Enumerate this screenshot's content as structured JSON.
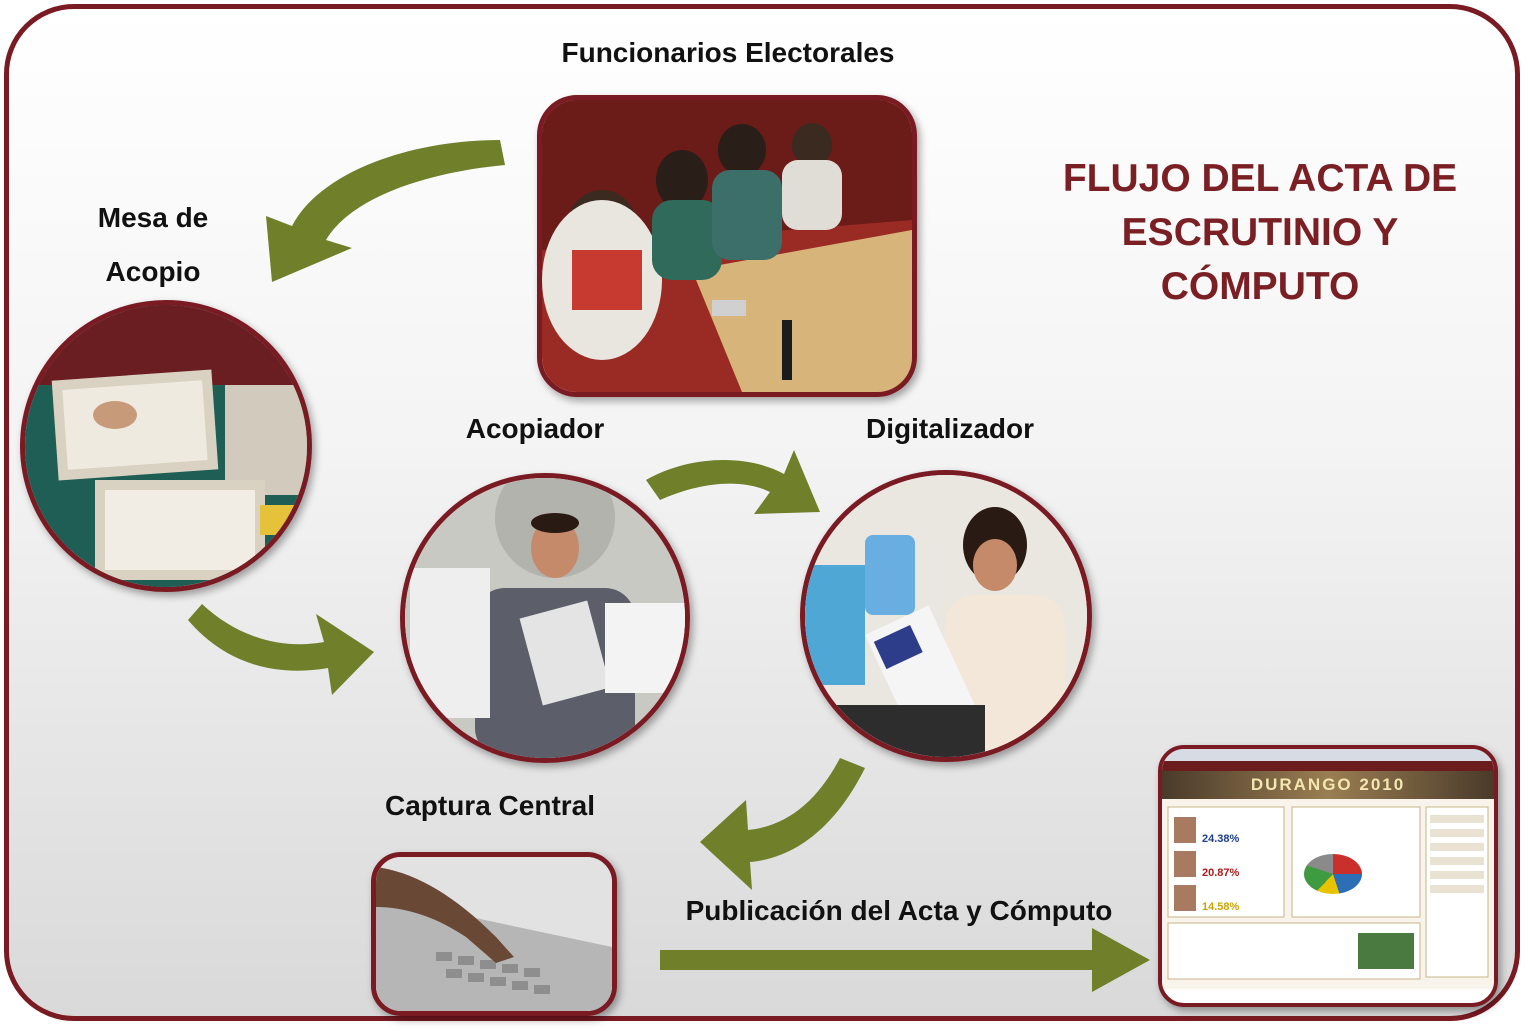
{
  "title": "FLUJO DEL ACTA DE ESCRUTINIO Y CÓMPUTO",
  "labels": {
    "funcionarios": "Funcionarios Electorales",
    "mesa_line1": "Mesa de",
    "mesa_line2": "Acopio",
    "acopiador": "Acopiador",
    "digitalizador": "Digitalizador",
    "captura": "Captura Central",
    "publicacion": "Publicación del Acta y Cómputo"
  },
  "website": {
    "banner": "DURANGO 2010",
    "pct1": "24.38%",
    "pct2": "20.87%",
    "pct3": "14.58%"
  },
  "colors": {
    "frame": "#7a1a22",
    "title": "#7a1f24",
    "arrow": "#6f7f2a"
  }
}
